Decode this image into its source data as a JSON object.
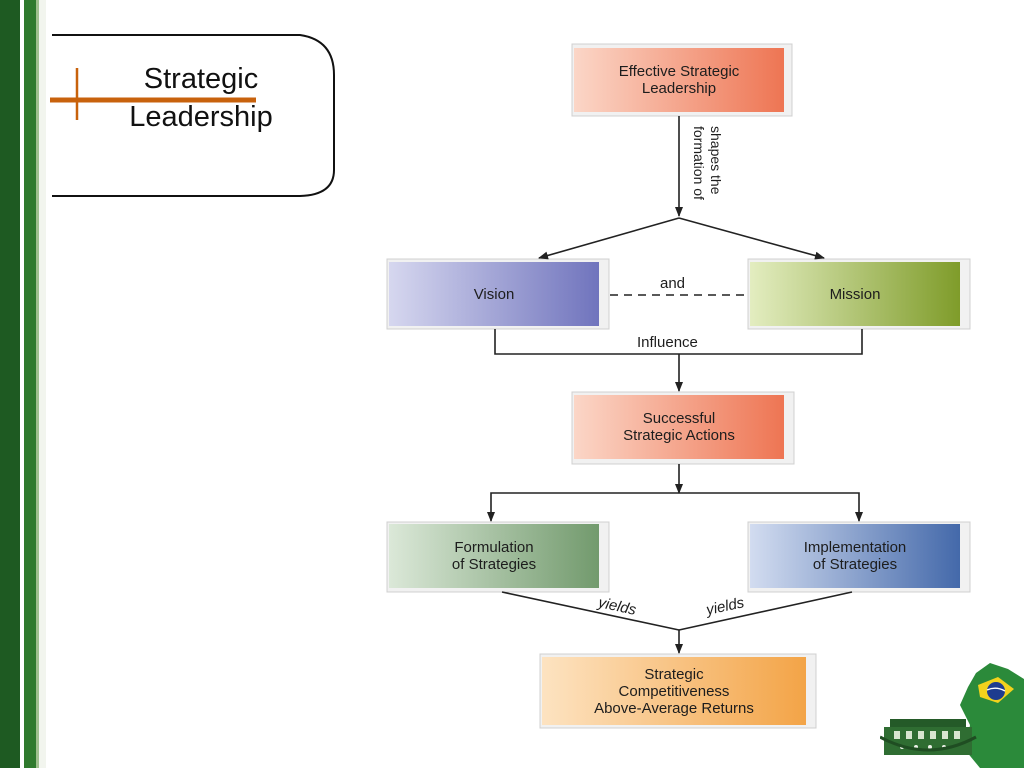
{
  "slide": {
    "title": "Strategic\nLeadership"
  },
  "diagram": {
    "nodes": {
      "effective_leadership": "Effective Strategic\nLeadership",
      "vision": "Vision",
      "mission": "Mission",
      "successful_actions": "Successful\nStrategic Actions",
      "formulation": "Formulation\nof Strategies",
      "implementation": "Implementation\nof Strategies",
      "competitiveness": "Strategic\nCompetitiveness\nAbove-Average Returns"
    },
    "edges": {
      "shapes": "shapes the\nformation of",
      "and": "and",
      "influence": "Influence",
      "yields_left": "yields",
      "yields_right": "yields"
    }
  },
  "colors": {
    "stripe_green": "#1e5a22",
    "accent_orange": "#c8620c",
    "node_salmon": "#ef7b5c",
    "node_purple": "#7b7fc4",
    "node_olive": "#8aa534",
    "node_sage": "#7ea47a",
    "node_blue": "#4f73b3",
    "node_amber": "#f4ac54"
  },
  "icons": {
    "logo": "brazil-map-logo"
  }
}
